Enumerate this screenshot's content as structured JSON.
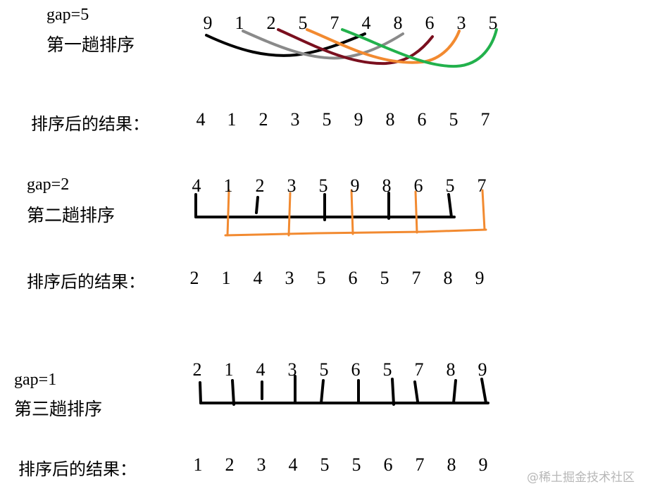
{
  "pass1": {
    "gap": "gap=5",
    "title": "第一趟排序",
    "sequence": [
      "9",
      "1",
      "2",
      "5",
      "7",
      "4",
      "8",
      "6",
      "3",
      "5"
    ]
  },
  "result1": {
    "label": "排序后的结果：",
    "values": [
      "4",
      "1",
      "2",
      "3",
      "5",
      "9",
      "8",
      "6",
      "5",
      "7"
    ]
  },
  "pass2": {
    "gap": "gap=2",
    "title": "第二趟排序",
    "sequence": [
      "4",
      "1",
      "2",
      "3",
      "5",
      "9",
      "8",
      "6",
      "5",
      "7"
    ]
  },
  "result2": {
    "label": "排序后的结果：",
    "values": [
      "2",
      "1",
      "4",
      "3",
      "5",
      "6",
      "5",
      "7",
      "8",
      "9"
    ]
  },
  "pass3": {
    "gap": "gap=1",
    "title": "第三趟排序",
    "sequence": [
      "2",
      "1",
      "4",
      "3",
      "5",
      "6",
      "5",
      "7",
      "8",
      "9"
    ]
  },
  "result3": {
    "label": "排序后的结果：",
    "values": [
      "1",
      "2",
      "3",
      "4",
      "5",
      "5",
      "6",
      "7",
      "8",
      "9"
    ]
  },
  "watermark": "@稀土掘金技术社区",
  "colors": {
    "black": "#000000",
    "gray": "#8a8a8a",
    "dark_red": "#7a0f1e",
    "orange": "#f28a30",
    "green": "#22b14c",
    "watermark": "#b7b7b7"
  }
}
